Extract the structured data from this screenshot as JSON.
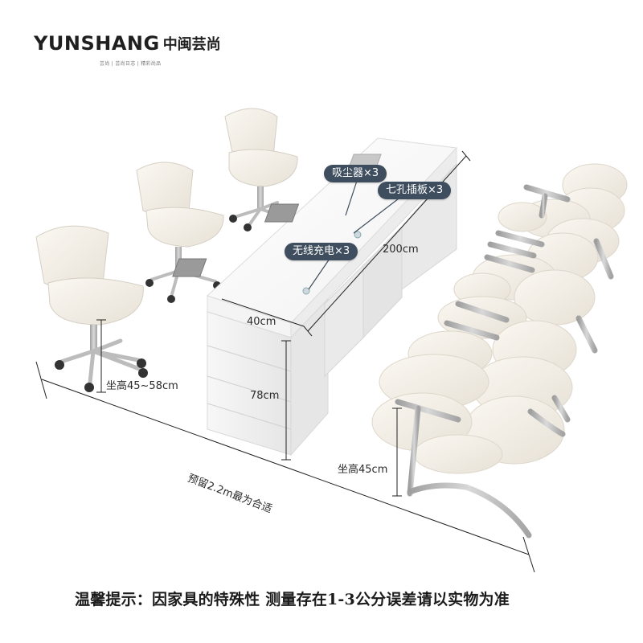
{
  "brand": {
    "en": "YUNSHANG",
    "cn": "中闽芸尚",
    "tagline": "芸尚 | 芸尚日志 | 精彩尚品"
  },
  "features": [
    {
      "text": "吸尘器×3"
    },
    {
      "text": "七孔插板×3"
    },
    {
      "text": "无线充电×3"
    }
  ],
  "dimensions": {
    "length": "200cm",
    "width": "40cm",
    "height": "78cm",
    "chair_seat_height": "坐高45~58cm",
    "sofa_seat_height": "坐高45cm",
    "reserve": "预留2.2m最为合适"
  },
  "footer": {
    "tip": "温馨提示：因家具的特殊性 测量存在1-3公分误差请以实物为准"
  },
  "colors": {
    "callout_bg": "#3f4e5e",
    "furniture": "#f2ede4",
    "metal": "#b8b8b8"
  }
}
